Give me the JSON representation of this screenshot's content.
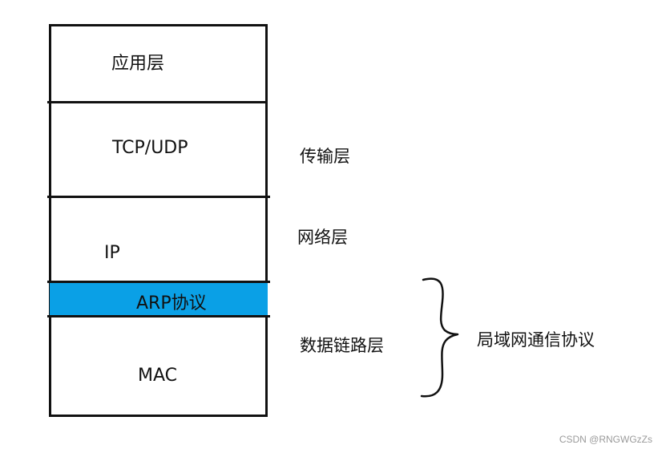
{
  "stack": {
    "application": "应用层",
    "transport_protocols": "TCP/UDP",
    "ip": "IP",
    "arp": "ARP协议",
    "mac": "MAC"
  },
  "side_labels": {
    "transport": "传输层",
    "network": "网络层",
    "datalink": "数据链路层"
  },
  "brace_label": "局域网通信协议",
  "colors": {
    "arp_band": "#0aa0e6",
    "lines": "#111111",
    "watermark": "#9a9a9a"
  },
  "watermark": "CSDN @RNGWGzZs"
}
